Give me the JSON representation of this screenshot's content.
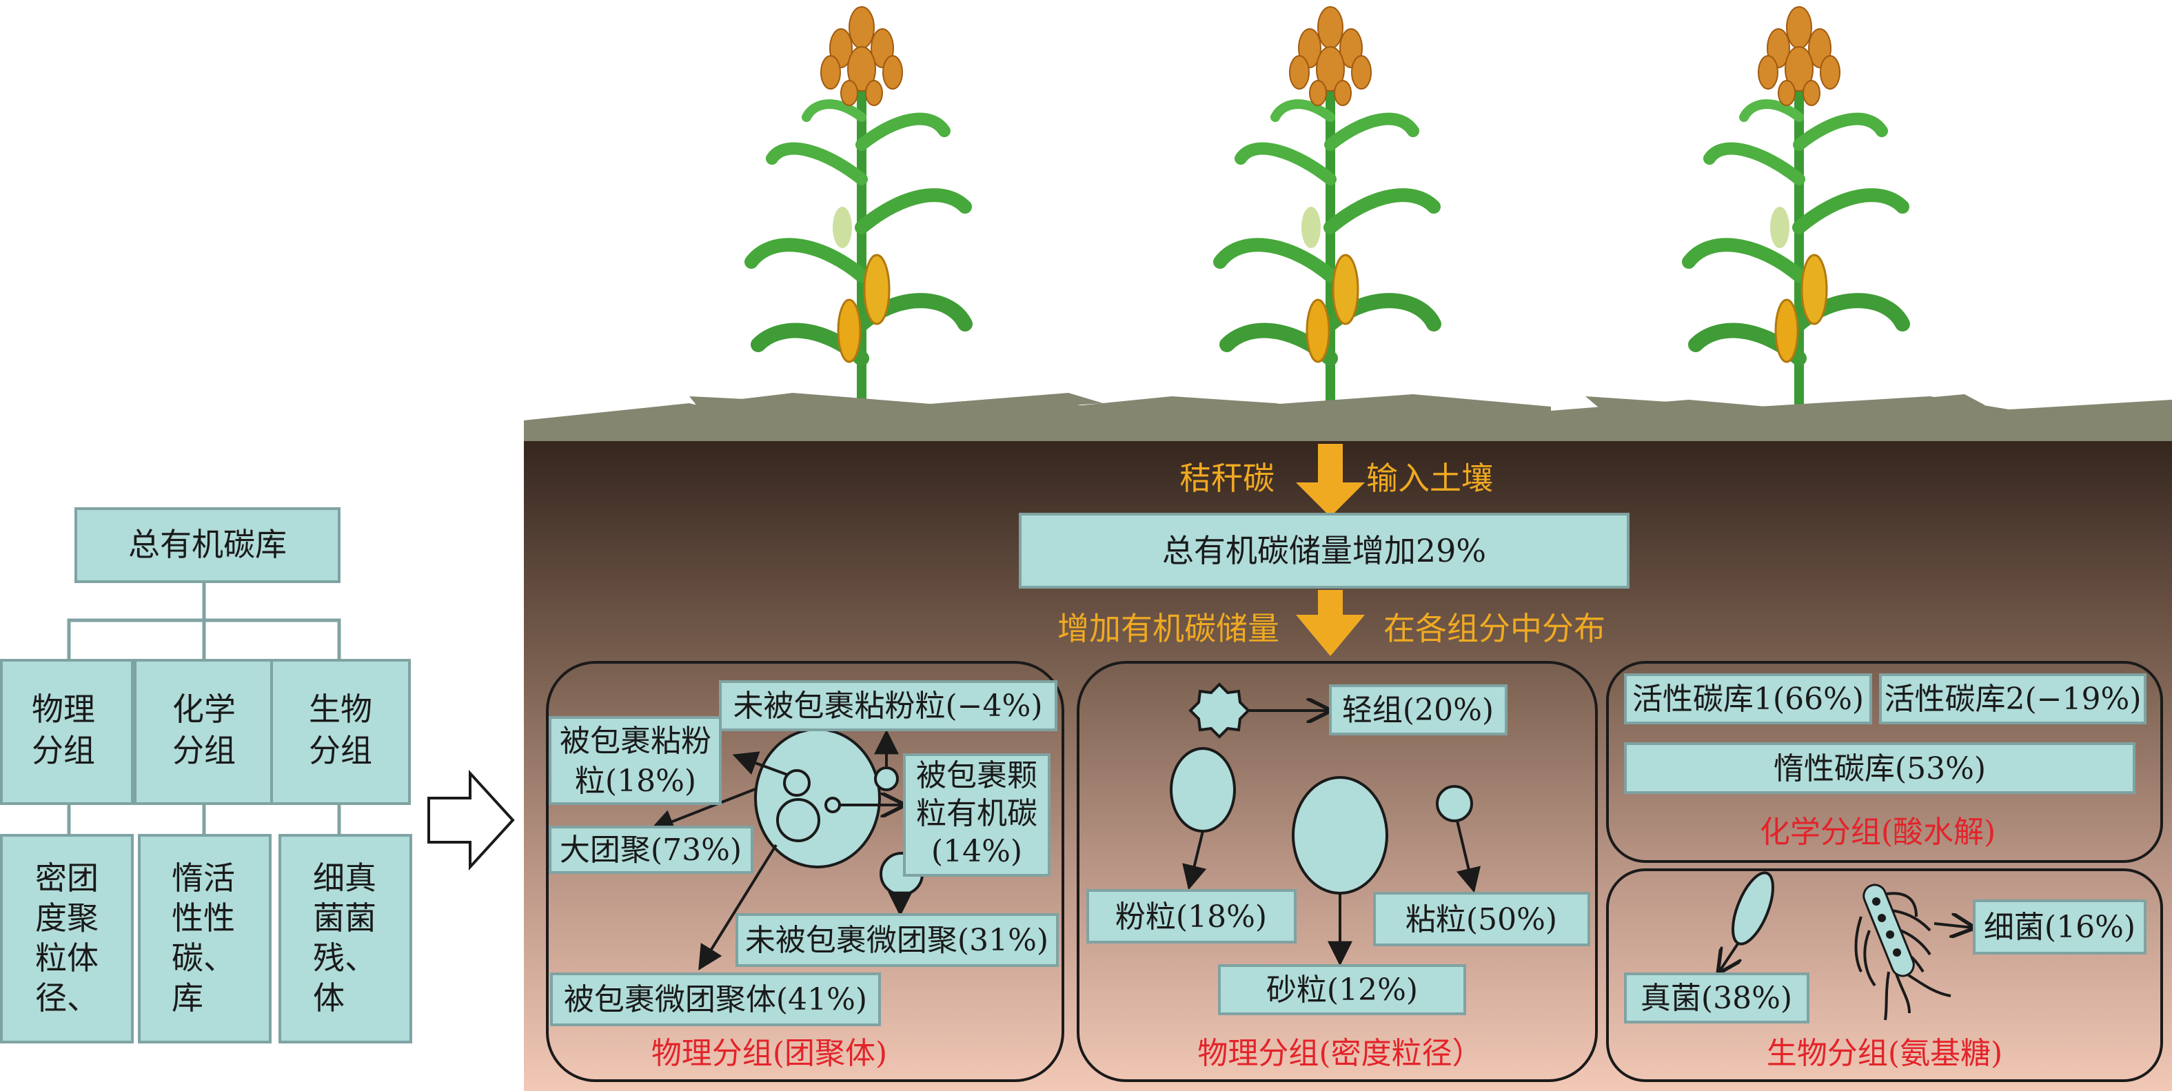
{
  "hierarchy": {
    "root": "总有机碳库",
    "groups": [
      {
        "title_lines": [
          "物理",
          "分组"
        ],
        "detail_lines": [
          "密团",
          "度聚",
          "粒体",
          "径、"
        ]
      },
      {
        "title_lines": [
          "化学",
          "分组"
        ],
        "detail_lines": [
          "惰活",
          "性性",
          "碳、",
          "库"
        ]
      },
      {
        "title_lines": [
          "生物",
          "分组"
        ],
        "detail_lines": [
          "细真",
          "菌菌",
          "残、",
          "体"
        ]
      }
    ]
  },
  "flow": {
    "input_left": "秸秆碳",
    "input_right": "输入土壤",
    "total": "总有机碳储量增加29%",
    "dist_left": "增加有机碳储量",
    "dist_right": "在各组分中分布"
  },
  "panels": {
    "aggregate": {
      "title": "物理分组(团聚体)",
      "unprotected_silt_clay": "未被包裹粘粉粒(−4%)",
      "protected_silt_clay_lines": [
        "被包裹粘粉",
        "粒(18%)"
      ],
      "protected_pom_lines": [
        "被包裹颗",
        "粒有机碳",
        "(14%)"
      ],
      "macroaggregate": "大团聚(73%)",
      "unprotected_micro": "未被包裹微团聚(31%)",
      "protected_micro": "被包裹微团聚体(41%)"
    },
    "density": {
      "title": "物理分组(密度粒径）",
      "light": "轻组(20%)",
      "silt": "粉粒(18%)",
      "clay": "粘粒(50%)",
      "sand": "砂粒(12%)"
    },
    "chemical": {
      "title": "化学分组(酸水解)",
      "labile1": "活性碳库1(66%)",
      "labile2": "活性碳库2(−19%)",
      "recalcitrant": "惰性碳库(53%)"
    },
    "biological": {
      "title": "生物分组(氨基糖)",
      "fungi": "真菌(38%)",
      "bacteria": "细菌(16%)"
    }
  },
  "colors": {
    "box": "#b0dcd9",
    "arrow": "#f0aa22",
    "title_red": "#e3232a"
  }
}
